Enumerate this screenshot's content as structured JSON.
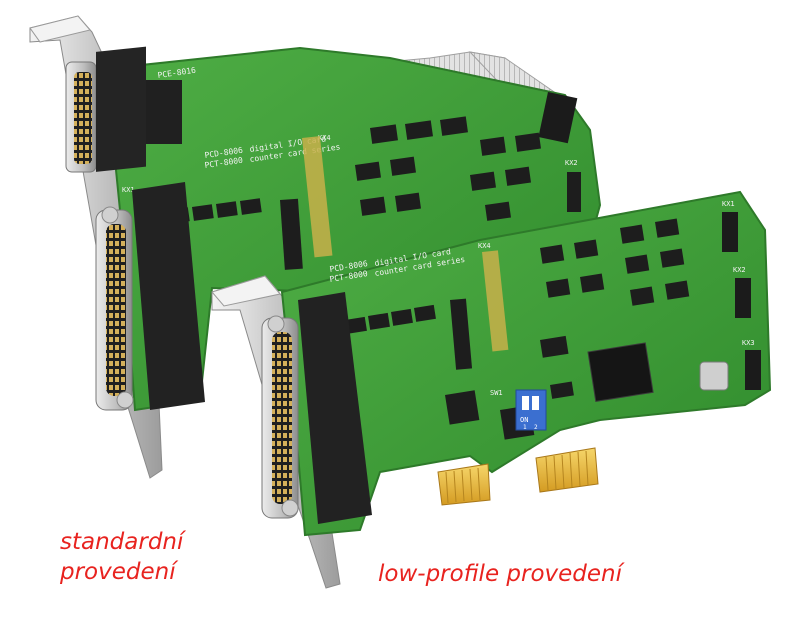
{
  "colors": {
    "pcb_green": "#3f9a37",
    "pcb_edge": "#2f7a2a",
    "caption_red": "#e8231f",
    "bracket_silver": "#c9c9c9",
    "gold_contacts": "#e9b93a",
    "chip_black": "#1d1d1d",
    "dip_switch_blue": "#3b6fd0",
    "ribbon_cable": "#d9d9d9"
  },
  "captions": {
    "standard": [
      "standardní",
      "provedení"
    ],
    "low_profile": "low-profile provedení"
  },
  "standard_card": {
    "top_connector_label": "PCE-8016",
    "model_line_1": "PCD-8006",
    "model_desc_1": "digital I/O card",
    "model_line_2": "PCT-8000",
    "model_desc_2": "counter card series",
    "connector_labels": [
      "KX1",
      "KX4",
      "KX2"
    ]
  },
  "low_profile_card": {
    "model_line_1": "PCD-8006",
    "model_desc_1": "digital I/O card",
    "model_line_2": "PCT-8000",
    "model_desc_2": "counter card series",
    "connector_labels": [
      "KX1",
      "KX2",
      "KX3",
      "KX4"
    ],
    "dip_switch_label": "SW1",
    "dip_switch_on": "ON",
    "dip_switch_positions": [
      "1",
      "2"
    ]
  },
  "icons": [
    "db25-connector-icon",
    "db9-connector-icon",
    "ribbon-cable-icon",
    "dip-switch-icon",
    "pcie-edge-connector-icon"
  ]
}
